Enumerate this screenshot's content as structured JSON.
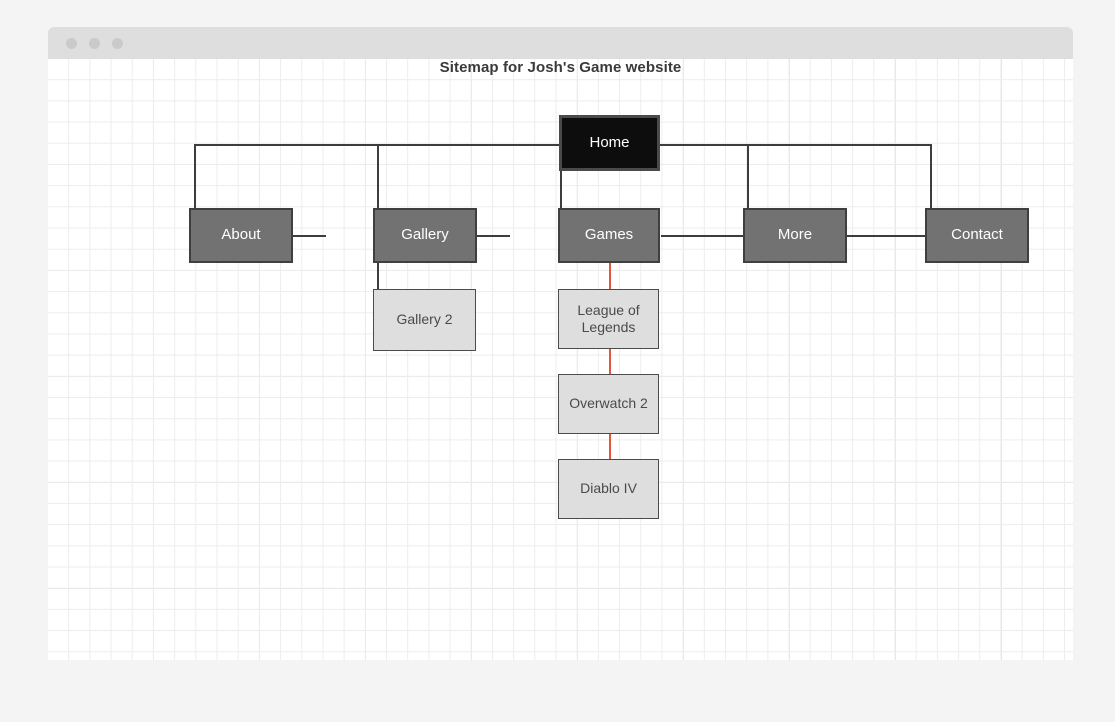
{
  "window": {
    "dots": [
      "close-dot",
      "minimize-dot",
      "maximize-dot"
    ]
  },
  "diagram": {
    "title": "Sitemap for Josh's Game website",
    "colors": {
      "root_fill": "#0d0d0d",
      "root_border": "#4a4a4a",
      "level2_fill": "#727272",
      "level2_border": "#3f3f3f",
      "level3_fill": "#dedede",
      "level3_border": "#4b4b4b",
      "edge": "#3d3d3d",
      "edge_highlight": "#e2573c",
      "canvas": "#ffffff",
      "grid_minor": "#ededed",
      "grid_major": "#e2e2e2",
      "titlebar": "#dedede",
      "page_background": "#f4f4f4"
    },
    "nodes": {
      "root": {
        "label": "Home"
      },
      "level2": [
        {
          "label": "About"
        },
        {
          "label": "Gallery"
        },
        {
          "label": "Games"
        },
        {
          "label": "More"
        },
        {
          "label": "Contact"
        }
      ],
      "gallery_children": [
        {
          "label": "Gallery 2"
        }
      ],
      "games_children": [
        {
          "label": "League of Legends"
        },
        {
          "label": "Overwatch 2"
        },
        {
          "label": "Diablo IV"
        }
      ]
    }
  }
}
